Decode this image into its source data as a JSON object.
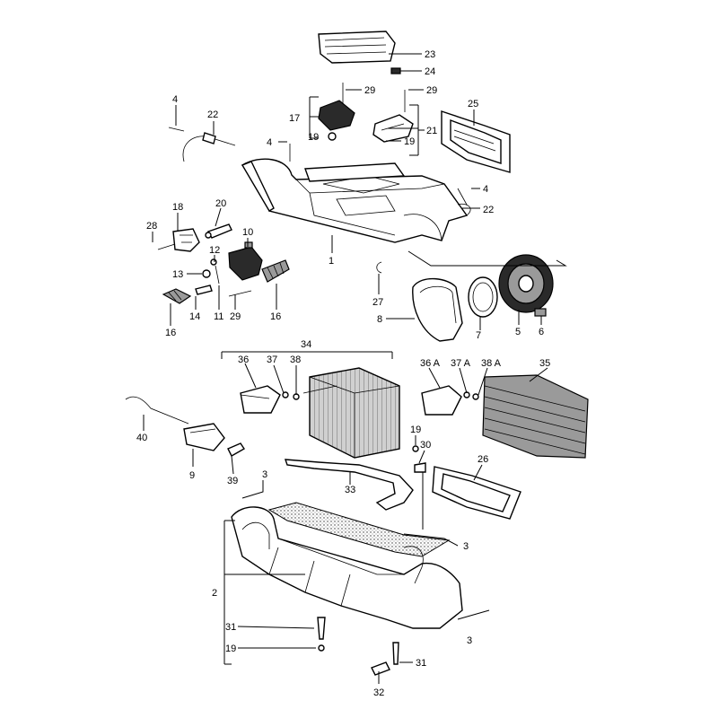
{
  "callouts": {
    "c1": "1",
    "c2": "2",
    "c3a": "3",
    "c3b": "3",
    "c3c": "3",
    "c4a": "4",
    "c4b": "4",
    "c4c": "4",
    "c5": "5",
    "c6": "6",
    "c7": "7",
    "c8": "8",
    "c9": "9",
    "c10": "10",
    "c11": "11",
    "c12": "12",
    "c13": "13",
    "c14": "14",
    "c16a": "16",
    "c16b": "16",
    "c17": "17",
    "c18": "18",
    "c19a": "19",
    "c19b": "19",
    "c19c": "19",
    "c19d": "19",
    "c20": "20",
    "c21": "21",
    "c22a": "22",
    "c22b": "22",
    "c23": "23",
    "c24": "24",
    "c25": "25",
    "c26": "26",
    "c27": "27",
    "c28": "28",
    "c29a": "29",
    "c29b": "29",
    "c29c": "29",
    "c30": "30",
    "c31a": "31",
    "c31b": "31",
    "c32": "32",
    "c33": "33",
    "c34": "34",
    "c35": "35",
    "c36": "36",
    "c36a": "36 A",
    "c37": "37",
    "c37a": "37 A",
    "c38": "38",
    "c38a": "38 A",
    "c39": "39",
    "c40": "40"
  }
}
